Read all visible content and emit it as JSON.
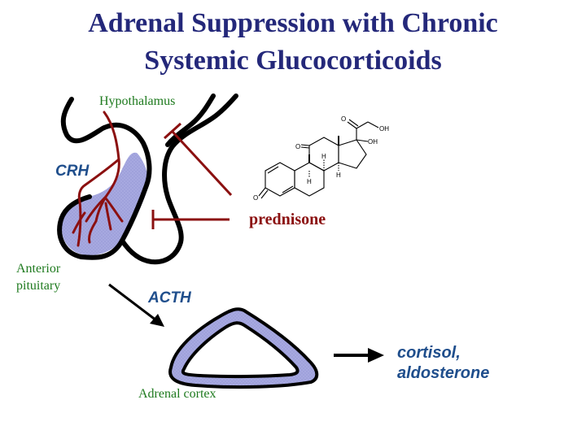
{
  "title": {
    "line1": "Adrenal Suppression with Chronic",
    "line2": "Systemic Glucocorticoids"
  },
  "labels": {
    "hypothalamus": "Hypothalamus",
    "crh": "CRH",
    "anterior": "Anterior",
    "pituitary": "pituitary",
    "acth": "ACTH",
    "prednisone": "prednisone",
    "adrenal_cortex": "Adrenal cortex",
    "output_line1": "cortisol,",
    "output_line2": "aldosterone"
  },
  "molecule": {
    "atoms": {
      "o_left": "O",
      "o_top": "O",
      "o_ketone": "O",
      "oh_top": "OH",
      "oh_side": "OH",
      "h1": "H",
      "h2": "H",
      "h3": "H"
    }
  },
  "colors": {
    "title": "#24287a",
    "green_label": "#1e7a1e",
    "blue_label": "#1f4e8c",
    "inhibition": "#8b1010",
    "tissue_fill": "#a7a9e0",
    "outline": "#000000"
  }
}
